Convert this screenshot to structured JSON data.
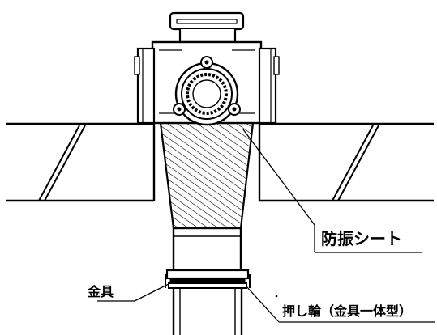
{
  "labels": {
    "sheet": "防振シート",
    "fitting": "金具",
    "ring": "押し輪（金具一体型）"
  },
  "colors": {
    "line": "#000000",
    "background": "#ffffff"
  }
}
